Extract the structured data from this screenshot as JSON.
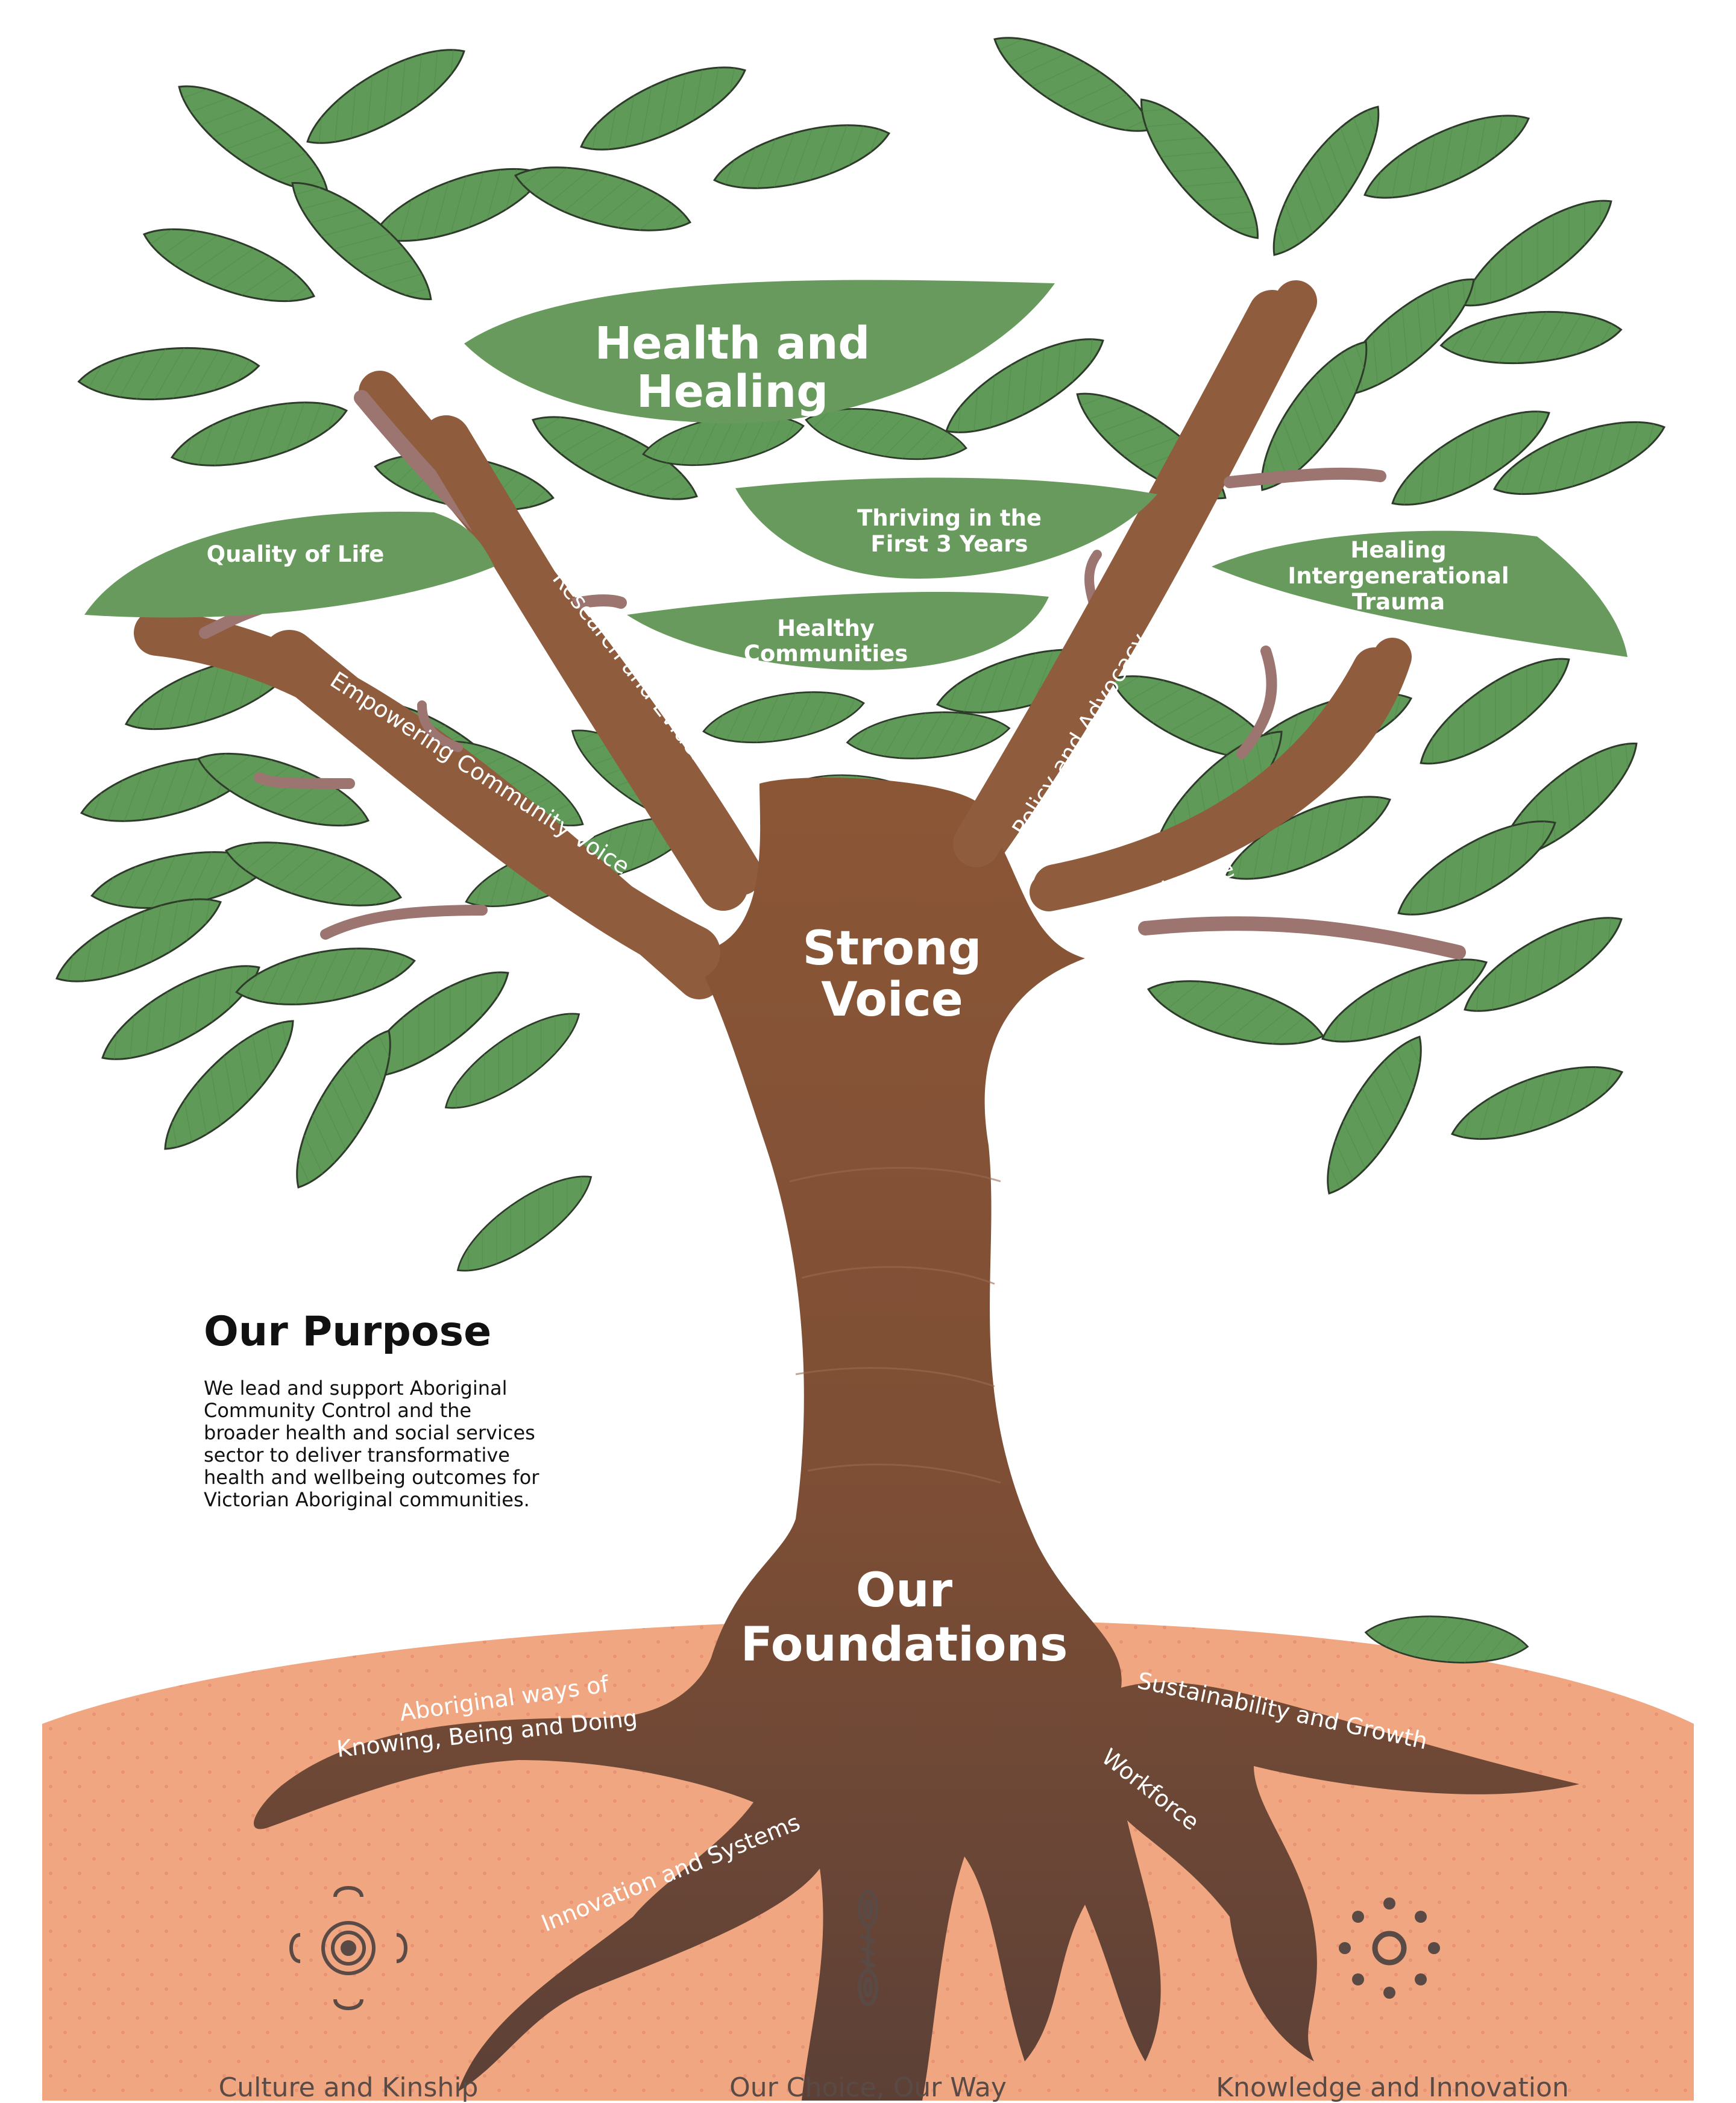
{
  "leaves": {
    "health_and_healing": [
      "Health and",
      "Healing"
    ],
    "quality_of_life": "Quality of Life",
    "thriving": [
      "Thriving in the",
      "First 3 Years"
    ],
    "healthy_communities": [
      "Healthy",
      "Communities"
    ],
    "healing_trauma": [
      "Healing",
      "Intergenerational",
      "Trauma"
    ]
  },
  "branches": {
    "research_and_evidence": "Research and Evidence",
    "empowering_community_voice": "Empowering Community Voice",
    "policy_and_advocacy": "Policy and Advocacy",
    "trusted_voice": "Trusted Voice"
  },
  "trunk": {
    "strong_voice": [
      "Strong",
      "Voice"
    ],
    "our_foundations": [
      "Our",
      "Foundations"
    ]
  },
  "roots": {
    "aboriginal_ways": [
      "Aboriginal ways of",
      "Knowing, Being and Doing"
    ],
    "sustainability": "Sustainability and Growth",
    "workforce": "Workforce",
    "innovation": "Innovation and Systems"
  },
  "purpose": {
    "title": "Our Purpose",
    "lines": [
      "We lead and support Aboriginal",
      "Community Control and the",
      "broader health and social services",
      "sector to deliver transformative",
      "health and wellbeing outcomes for",
      "Victorian Aboriginal communities."
    ]
  },
  "pillars": [
    {
      "label": "Culture and Kinship",
      "icon": "meeting-place-icon"
    },
    {
      "label": "Our Choice, Our Way",
      "icon": "footprint-track-icon"
    },
    {
      "label": "Knowledge and Innovation",
      "icon": "sun-circle-icon"
    }
  ],
  "colors": {
    "leaf": "#5f9a58",
    "leaf_label": "#679a5c",
    "trunk_dark": "#5f4035",
    "trunk_mid": "#8a5638",
    "branch": "#9c7470",
    "ground": "#f0a781",
    "text": "#111111",
    "icon": "#5a4a45"
  }
}
